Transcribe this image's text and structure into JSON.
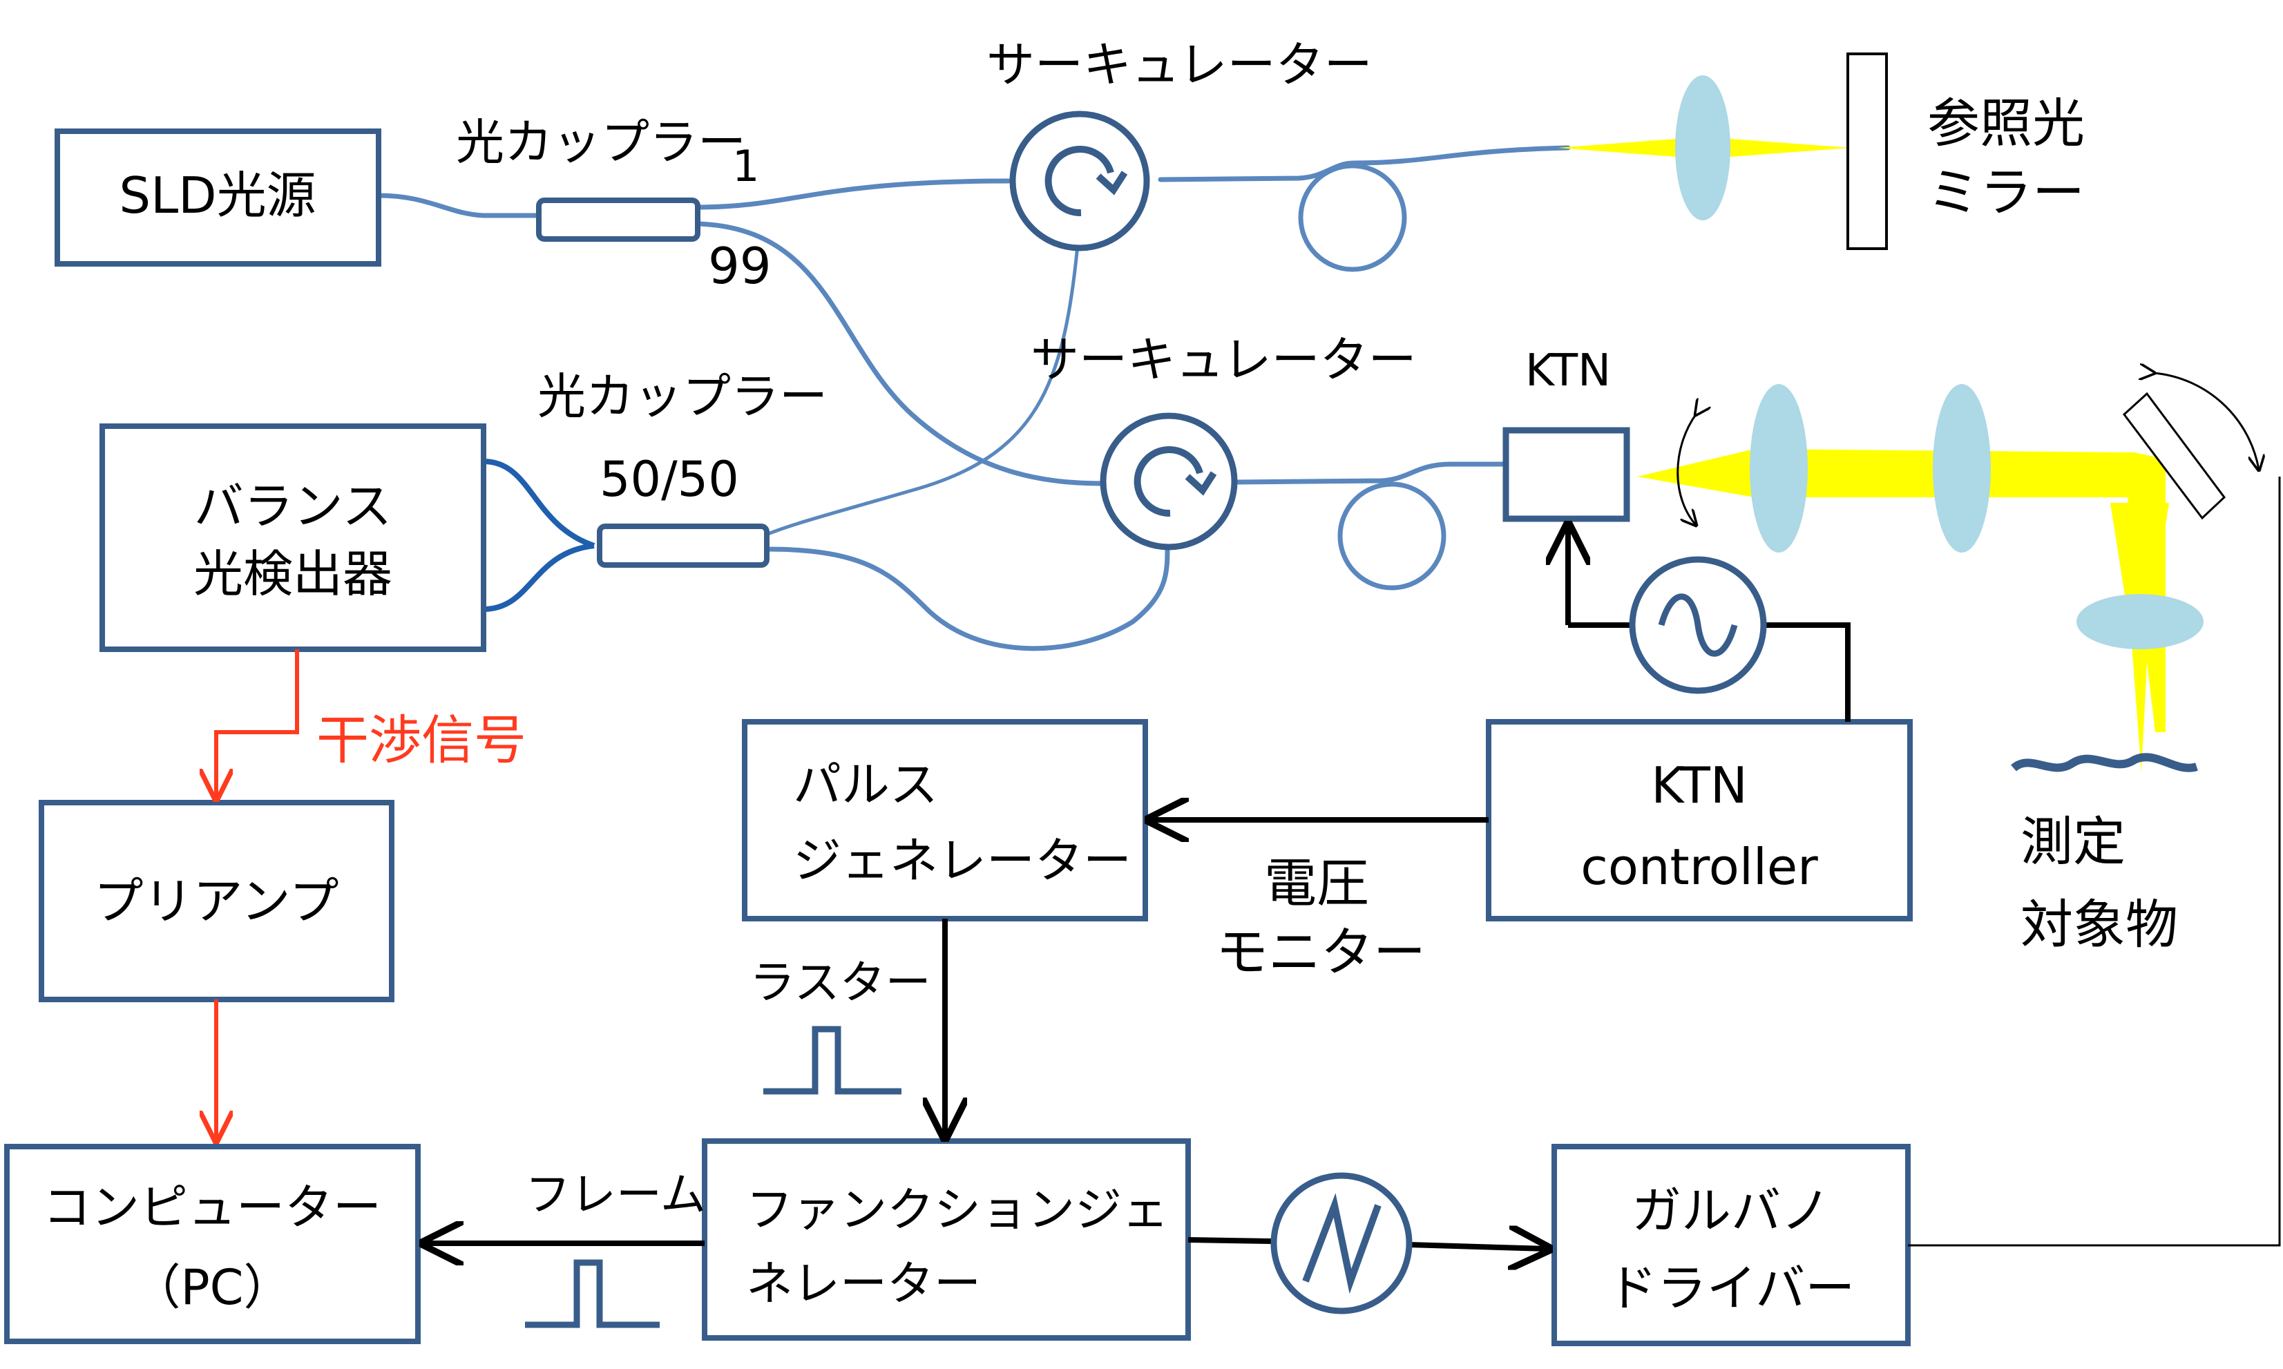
{
  "boxes": {
    "sld": "SLD光源",
    "balanced_detector": [
      "バランス",
      "光検出器"
    ],
    "preamp": "プリアンプ",
    "computer": [
      "コンピューター",
      "（PC）"
    ],
    "pulse_generator": [
      "パルス",
      "ジェネレーター"
    ],
    "ktn_controller": [
      "KTN",
      "controller"
    ],
    "function_generator": [
      "ファンクションジェ",
      "ネレーター"
    ],
    "galvo_driver": [
      "ガルバノ",
      "ドライバー"
    ]
  },
  "labels": {
    "coupler1": "光カップラー",
    "coupler1_port_1": "1",
    "coupler1_port_99": "99",
    "coupler2": "光カップラー",
    "coupler2_ratio": "50/50",
    "circulator1": "サーキュレーター",
    "circulator2": "サーキュレーター",
    "reference_mirror": [
      "参照光",
      "ミラー"
    ],
    "ktn": "KTN",
    "sample": [
      "測定",
      "対象物"
    ],
    "interference_signal": "干渉信号",
    "voltage_monitor": [
      "電圧",
      "モニター"
    ],
    "raster": "ラスター",
    "frame": "フレーム"
  },
  "colors": {
    "box_border": "#385d8a",
    "fiber": "#5a87be",
    "signal_arrow": "#ff3b1f",
    "beam": "#ffff00",
    "lens": "#add8e6",
    "interference_label": "#ff3b1f"
  },
  "icons": [
    "circulator-icon",
    "sine-wave-icon",
    "triangle-wave-icon",
    "scan-arrow-icon",
    "pulse-icon"
  ]
}
